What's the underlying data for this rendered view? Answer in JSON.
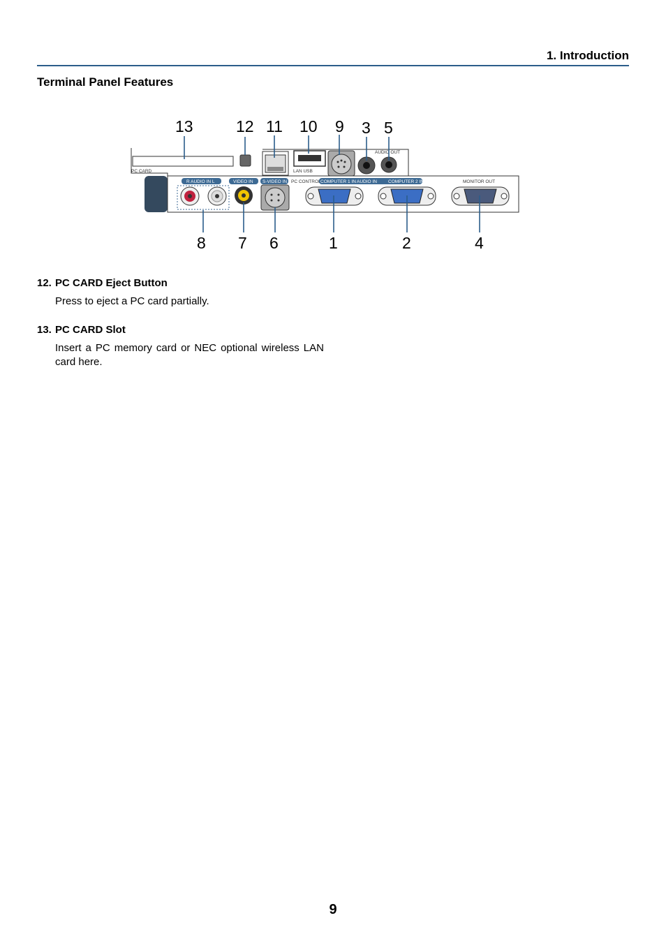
{
  "header": {
    "section": "1. Introduction",
    "heading": "Terminal Panel Features"
  },
  "diagram": {
    "callouts": {
      "n13": "13",
      "n12": "12",
      "n11": "11",
      "n10": "10",
      "n9": "9",
      "n3": "3",
      "n5": "5",
      "n8": "8",
      "n7": "7",
      "n6": "6",
      "n1": "1",
      "n2": "2",
      "n4": "4"
    },
    "labels": {
      "pc_card": "PC CARD",
      "lan_usb": "LAN   USB",
      "audio_out": "AUDIO OUT",
      "audio_in_rl": "R  AUDIO IN  L",
      "video_in": "VIDEO IN",
      "s_video_in": "S-VIDEO IN",
      "pc_control": "PC CONTROL",
      "computer1_in": "COMPUTER 1 IN",
      "audio_in": "AUDIO IN",
      "computer2_in": "COMPUTER 2 IN",
      "monitor_out": "MONITOR OUT"
    },
    "colors": {
      "accent": "#2b5d8a",
      "label_bg": "#3d6a94"
    }
  },
  "items": [
    {
      "number": "12.",
      "title": "PC CARD Eject Button",
      "description": "Press to eject a PC card partially."
    },
    {
      "number": "13.",
      "title": "PC CARD Slot",
      "description": "Insert a PC memory card or NEC optional wireless LAN card here."
    }
  ],
  "footer": {
    "page_number": "9"
  }
}
